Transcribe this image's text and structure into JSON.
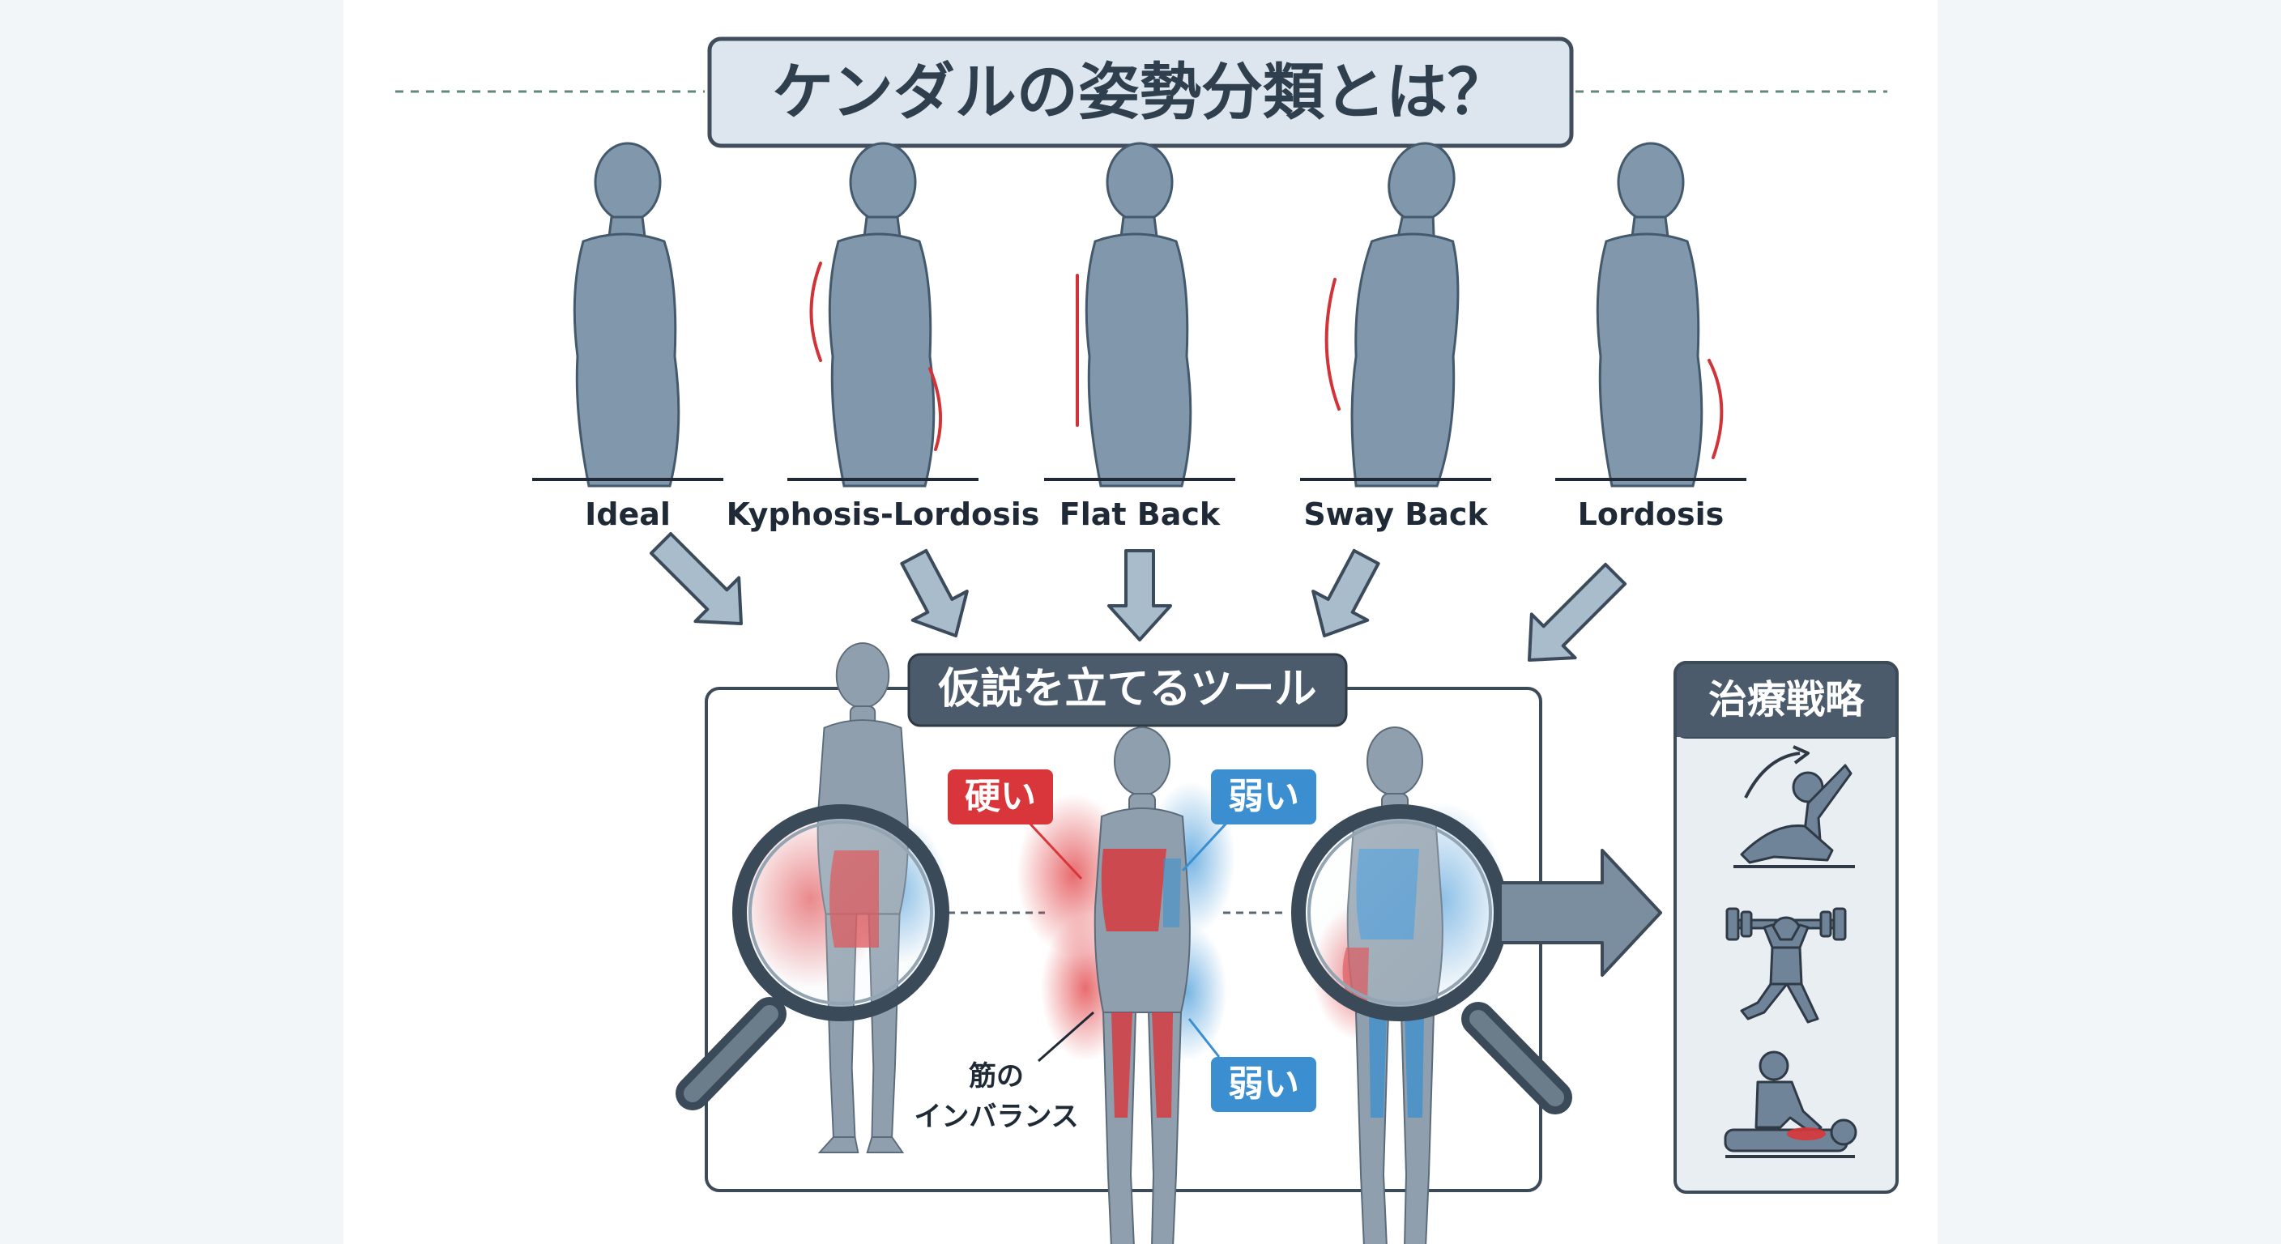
{
  "title": "ケンダルの姿勢分類とは？",
  "postures": [
    {
      "label": "Ideal"
    },
    {
      "label": "Kyphosis-Lordosis"
    },
    {
      "label": "Flat Back"
    },
    {
      "label": "Sway Back"
    },
    {
      "label": "Lordosis"
    }
  ],
  "tool_box": {
    "title": "仮説を立てるツール"
  },
  "tags": {
    "stiff": "硬い",
    "weak_upper": "弱い",
    "weak_lower": "弱い"
  },
  "imbalance": {
    "line1": "筋の",
    "line2": "インバランス"
  },
  "strategy": {
    "title": "治療戦略",
    "icons": [
      "stretching-icon",
      "strength-training-icon",
      "manual-therapy-icon"
    ]
  },
  "colors": {
    "tight": "#d8363a",
    "weak": "#3b8fd0",
    "figure": "#8197ab",
    "frame": "#3d4a58",
    "header": "#4b5b6b"
  }
}
